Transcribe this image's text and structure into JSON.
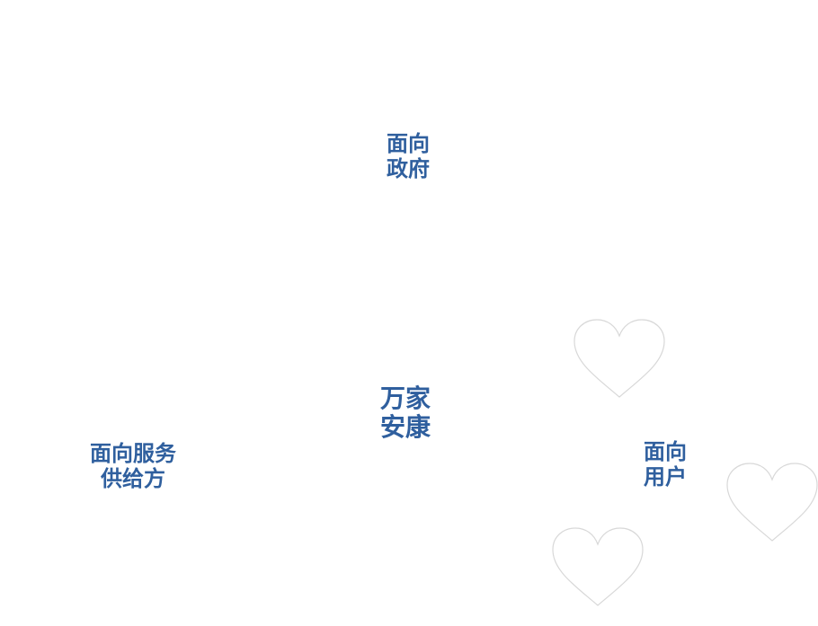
{
  "colors": {
    "label_text": "#2f5f9e",
    "heart_outline": "#d8d8d8",
    "background": "#ffffff"
  },
  "center": {
    "line1": "万家",
    "line2": "安康"
  },
  "government": {
    "line1": "面向",
    "line2": "政府"
  },
  "provider": {
    "line1": "面向服务",
    "line2": "供给方"
  },
  "user": {
    "line1": "面向",
    "line2": "用户"
  },
  "decorations": {
    "heart_icon": "heart-outline-icon"
  }
}
